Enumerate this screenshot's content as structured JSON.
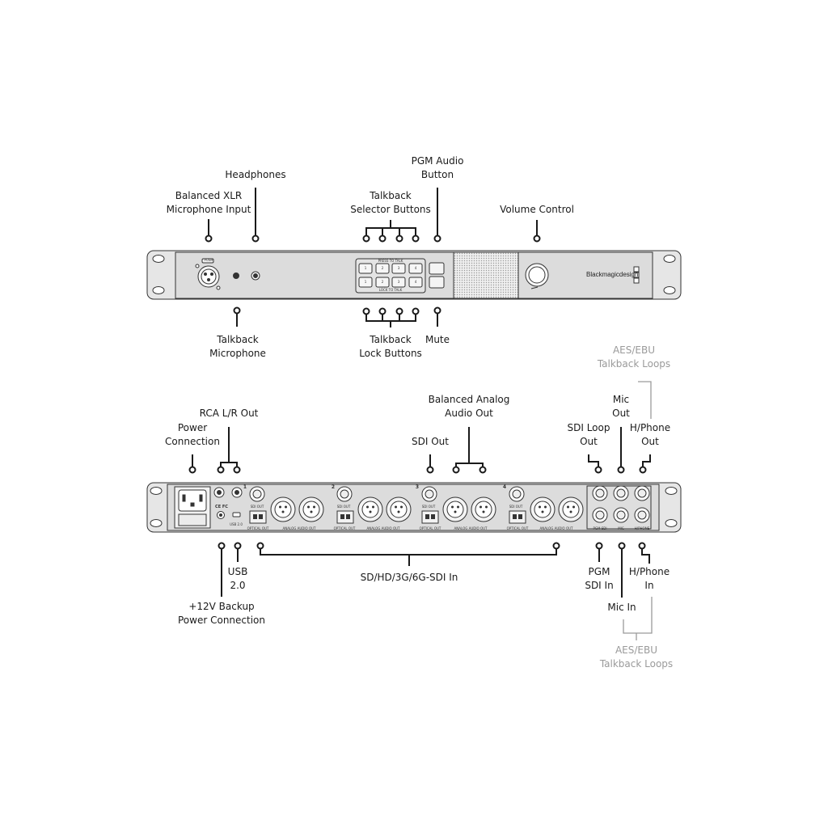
{
  "front_labels": {
    "headphones": "Headphones",
    "balanced_xlr_line1": "Balanced XLR",
    "balanced_xlr_line2": "Microphone Input",
    "pgm_audio_line1": "PGM Audio",
    "pgm_audio_line2": "Button",
    "talkback_selector_line1": "Talkback",
    "talkback_selector_line2": "Selector Buttons",
    "volume_control": "Volume Control",
    "talkback_mic_line1": "Talkback",
    "talkback_mic_line2": "Microphone",
    "talkback_lock_line1": "Talkback",
    "talkback_lock_line2": "Lock Buttons",
    "mute": "Mute"
  },
  "front_panel": {
    "brand": "Blackmagicdesign",
    "press_to_talk": "PRESS TO TALK",
    "lock_to_talk": "LOCK TO TALK",
    "push": "PUSH",
    "top_buttons": [
      "1",
      "2",
      "3",
      "4"
    ],
    "bottom_buttons": [
      "1",
      "2",
      "3",
      "4"
    ]
  },
  "rear_labels": {
    "aes_top_line1": "AES/EBU",
    "aes_top_line2": "Talkback Loops",
    "mic_out_line1": "Mic",
    "mic_out_line2": "Out",
    "balanced_analog_line1": "Balanced Analog",
    "balanced_analog_line2": "Audio Out",
    "rca_out": "RCA L/R Out",
    "power_line1": "Power",
    "power_line2": "Connection",
    "sdi_loop_line1": "SDI Loop",
    "sdi_loop_line2": "Out",
    "hphone_out_line1": "H/Phone",
    "hphone_out_line2": "Out",
    "sdi_out": "SDI Out",
    "usb_line1": "USB",
    "usb_line2": "2.0",
    "sdi_in": "SD/HD/3G/6G-SDI In",
    "pgm_sdi_line1": "PGM",
    "pgm_sdi_line2": "SDI In",
    "hphone_in_line1": "H/Phone",
    "hphone_in_line2": "In",
    "mic_in": "Mic In",
    "backup_line1": "+12V Backup",
    "backup_line2": "Power Connection",
    "aes_bottom_line1": "AES/EBU",
    "aes_bottom_line2": "Talkback Loops"
  },
  "rear_panel": {
    "channels": [
      "1",
      "2",
      "3",
      "4"
    ],
    "sdi_out_tag": "SDI OUT",
    "optical_tag": "OPTICAL OUT",
    "analog_tag": "ANALOG AUDIO OUT",
    "pgm_sdi_tag": "PGM SDI",
    "mic_tag": "MIC",
    "hphone_tag": "H/PHONE",
    "usb_tag": "USB 2.0",
    "cert_marks": "CE FC"
  },
  "colors": {
    "line": "#1a1a1a",
    "grey_bracket": "#9a9a9a",
    "panel": "#e6e6e6",
    "panel_face": "#dcdcdc"
  }
}
